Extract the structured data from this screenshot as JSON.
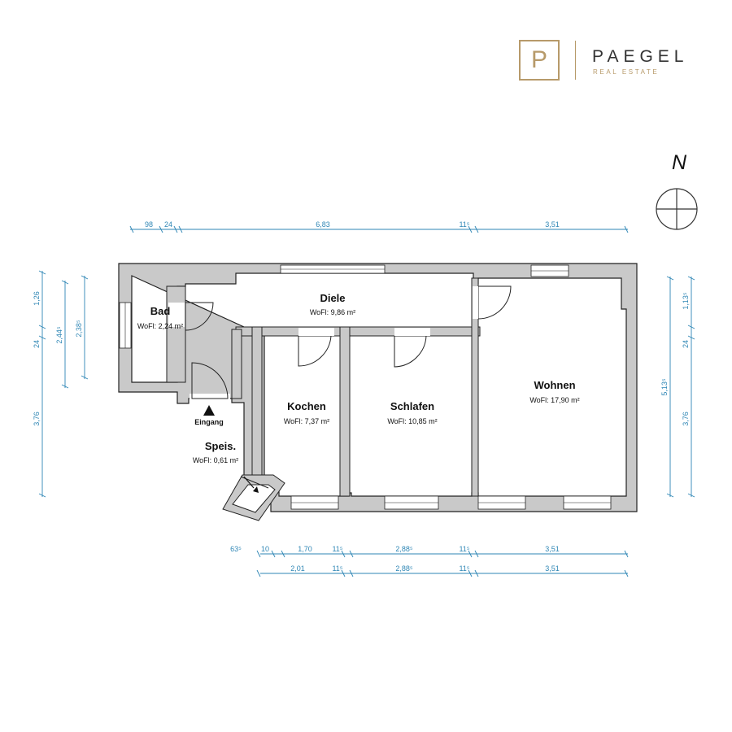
{
  "brand": {
    "logo_letter": "P",
    "name": "PAEGEL",
    "tagline": "REAL ESTATE",
    "accent_color": "#b79a6a"
  },
  "compass": {
    "label": "N"
  },
  "rooms": {
    "bad": {
      "name": "Bad",
      "area": "WoFl: 2,24 m²"
    },
    "diele": {
      "name": "Diele",
      "area": "WoFl: 9,86 m²"
    },
    "kochen": {
      "name": "Kochen",
      "area": "WoFl: 7,37 m²"
    },
    "schlafen": {
      "name": "Schlafen",
      "area": "WoFl: 10,85 m²"
    },
    "wohnen": {
      "name": "Wohnen",
      "area": "WoFl: 17,90 m²"
    },
    "speis": {
      "name": "Speis.",
      "area": "WoFl: 0,61 m²"
    }
  },
  "entrance": {
    "label": "Eingang"
  },
  "dimensions": {
    "top": [
      "98",
      "24",
      "6,83",
      "11⁵",
      "3,51"
    ],
    "bottom1": [
      "63⁵",
      "10",
      "1,70",
      "11⁵",
      "2,88⁵",
      "11⁵",
      "3,51"
    ],
    "bottom2": [
      "2,01",
      "11⁵",
      "2,88⁵",
      "11⁵",
      "3,51"
    ],
    "left_outer": [
      "1,26",
      "24",
      "3,76"
    ],
    "left_inner": [
      "2,44⁵",
      "2,38⁵"
    ],
    "right_inner": [
      "5,13⁵"
    ],
    "right_outer": [
      "1,13⁵",
      "24",
      "3,76"
    ]
  },
  "colors": {
    "wall_fill": "#c9c9c9",
    "wall_stroke": "#222222",
    "dimension": "#2e86b5"
  }
}
